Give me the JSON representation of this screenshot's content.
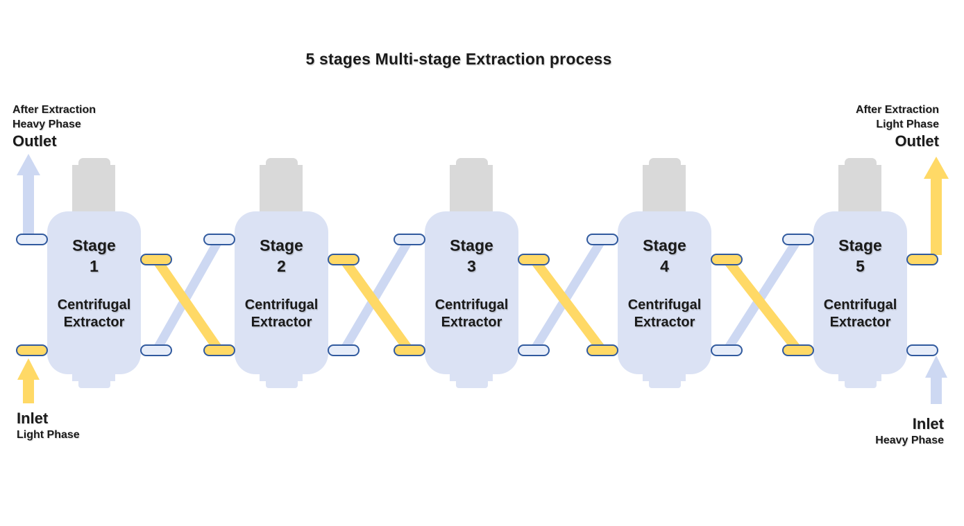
{
  "title": "5 stages Multi-stage Extraction process",
  "streams": {
    "heavy_outlet": {
      "line1": "After Extraction",
      "line2": "Heavy Phase",
      "line3": "Outlet"
    },
    "light_outlet": {
      "line1": "After Extraction",
      "line2": "Light Phase",
      "line3": "Outlet"
    },
    "light_inlet": {
      "line1": "Inlet",
      "line2": "Light Phase"
    },
    "heavy_inlet": {
      "line1": "Inlet",
      "line2": "Heavy Phase"
    }
  },
  "stages": [
    {
      "label": "Stage",
      "number": "1",
      "type_line1": "Centrifugal",
      "type_line2": "Extractor"
    },
    {
      "label": "Stage",
      "number": "2",
      "type_line1": "Centrifugal",
      "type_line2": "Extractor"
    },
    {
      "label": "Stage",
      "number": "3",
      "type_line1": "Centrifugal",
      "type_line2": "Extractor"
    },
    {
      "label": "Stage",
      "number": "4",
      "type_line1": "Centrifugal",
      "type_line2": "Extractor"
    },
    {
      "label": "Stage",
      "number": "5",
      "type_line1": "Centrifugal",
      "type_line2": "Extractor"
    }
  ],
  "colors": {
    "light_phase": "#FFD966",
    "heavy_phase": "#CDD8F2",
    "vessel_body": "#DBE2F4",
    "vessel_cap": "#D9D9D9",
    "port_border": "#315A9E",
    "port_light_fill": "#E7EDF9",
    "text": "#1A1A1A"
  }
}
